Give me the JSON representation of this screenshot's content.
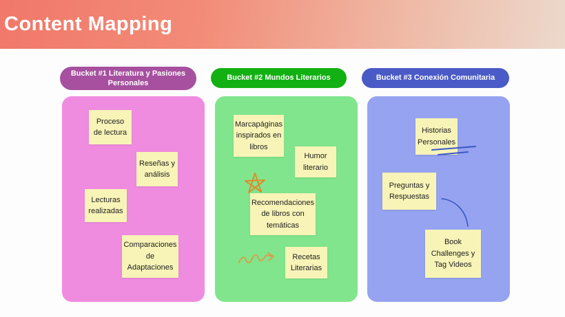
{
  "header": {
    "title": "Content Mapping",
    "gradient_left": "#f1786a",
    "gradient_right": "#ecd9cc"
  },
  "sticky_note_color": "#f8f4b8",
  "buckets": [
    {
      "label": "Bucket #1 Literatura y Pasiones Personales",
      "pill_color": "#a6509f",
      "column_color": "#f08ce0",
      "notes": [
        "Proceso de lectura",
        "Reseñas y análisis",
        "Lecturas realizadas",
        "Comparaciones de Adaptaciones"
      ]
    },
    {
      "label": "Bucket #2 Mundos Literarios",
      "pill_color": "#12b012",
      "column_color": "#80e58c",
      "notes": [
        "Marcapáginas inspirados en libros",
        "Humor literario",
        "Recomendaciones de libros con temáticas",
        "Recetas Literarias"
      ]
    },
    {
      "label": "Bucket #3 Conexión Comunitaria",
      "pill_color": "#4a5ac6",
      "column_color": "#95a3f0",
      "notes": [
        "Historias Personales",
        "Preguntas y Respuestas",
        "Book Challenges y Tag Videos"
      ]
    }
  ],
  "doodles": {
    "star_color": "#df8a2c",
    "squiggle_arrow_color": "#d2a24f",
    "underline_color": "#3b57c6",
    "curve_color": "#3b57c6"
  }
}
